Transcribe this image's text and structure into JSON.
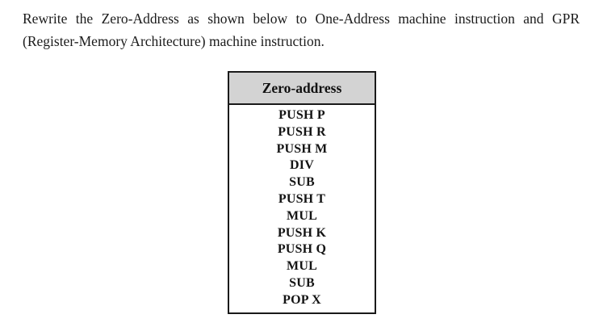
{
  "question": {
    "line1": "Rewrite the Zero-Address as shown below to One-Address machine instruction and GPR",
    "line2": "(Register-Memory Architecture) machine instruction."
  },
  "table": {
    "title": "Zero-address",
    "instructions": [
      "PUSH P",
      "PUSH R",
      "PUSH M",
      "DIV",
      "SUB",
      "PUSH T",
      "MUL",
      "PUSH K",
      "PUSH Q",
      "MUL",
      "SUB",
      "POP X"
    ],
    "colors": {
      "header_bg": "#d3d3d3",
      "border": "#1a1a1a",
      "text": "#141414",
      "page_bg": "#ffffff"
    }
  }
}
